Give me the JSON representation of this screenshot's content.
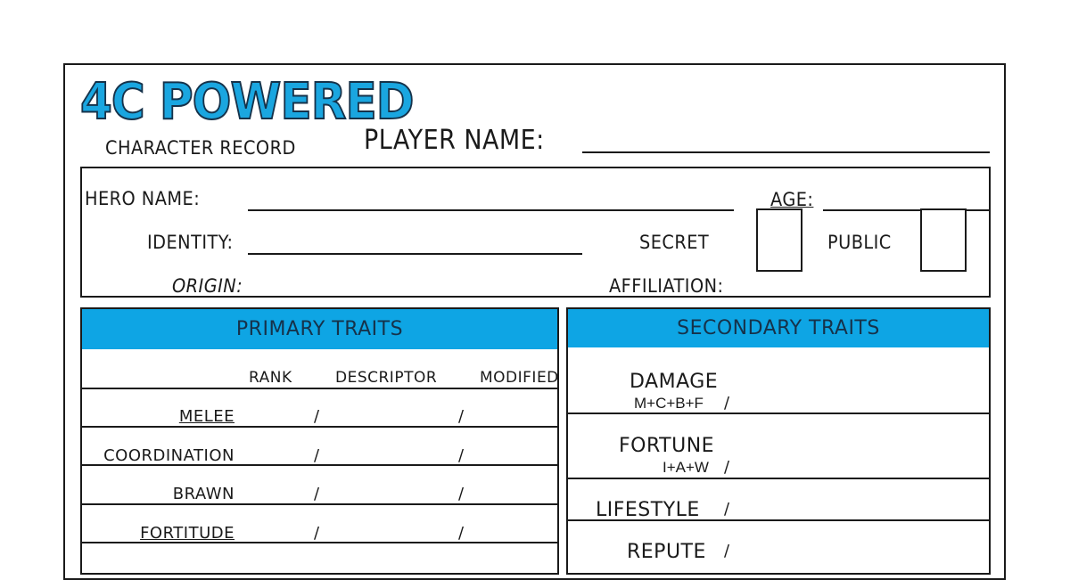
{
  "header": {
    "logo_text": "4C POWERED",
    "subtitle": "CHARACTER RECORD",
    "player_name_label": "PLAYER NAME:"
  },
  "identity_box": {
    "hero_name_label": "HERO NAME:",
    "age_label": "AGE:",
    "identity_label": "IDENTITY:",
    "secret_label": "SECRET",
    "public_label": "PUBLIC",
    "origin_label": "ORIGIN:",
    "affiliation_label": "AFFILIATION:"
  },
  "primary_traits": {
    "title": "PRIMARY TRAITS",
    "columns": [
      "RANK",
      "DESCRIPTOR",
      "MODIFIED"
    ],
    "rows": [
      {
        "label": "MELEE",
        "sep": "/"
      },
      {
        "label": "COORDINATION",
        "sep": "/"
      },
      {
        "label": "BRAWN",
        "sep": "/"
      },
      {
        "label": "FORTITUDE",
        "sep": "/"
      }
    ]
  },
  "secondary_traits": {
    "title": "SECONDARY TRAITS",
    "rows": [
      {
        "label": "DAMAGE",
        "formula": "M+C+B+F",
        "sep": "/"
      },
      {
        "label": "FORTUNE",
        "formula": "I+A+W",
        "sep": "/"
      },
      {
        "label": "LIFESTYLE",
        "sep": "/"
      },
      {
        "label": "REPUTE",
        "sep": "/"
      }
    ]
  },
  "colors": {
    "accent_blue": "#0ea5e4",
    "logo_blue": "#1aa6e0",
    "logo_outline": "#16324a",
    "ink": "#1a1a1a"
  }
}
